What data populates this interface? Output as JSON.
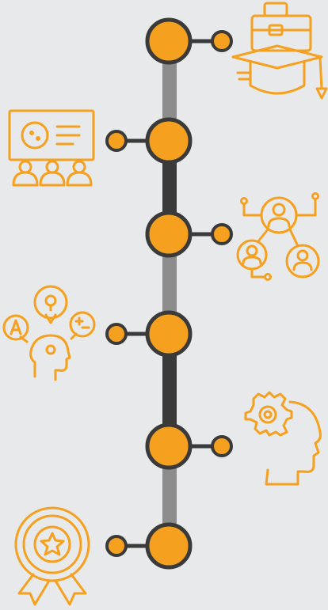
{
  "colors": {
    "background": "#e8e9ea",
    "accent": "#f5a01e",
    "node_outline": "#3a3a3a",
    "track_dark": "#3a3a3a",
    "track_light": "#8c8c8c"
  },
  "timeline": {
    "milestones": [
      {
        "icon": "graduation-briefcase-icon",
        "side": "right"
      },
      {
        "icon": "presentation-audience-icon",
        "side": "left"
      },
      {
        "icon": "people-network-icon",
        "side": "right"
      },
      {
        "icon": "brainstorm-head-icon",
        "side": "left"
      },
      {
        "icon": "head-gear-icon",
        "side": "right"
      },
      {
        "icon": "award-medal-icon",
        "side": "left"
      }
    ],
    "segments": [
      "light",
      "dark",
      "light",
      "dark",
      "light"
    ]
  }
}
